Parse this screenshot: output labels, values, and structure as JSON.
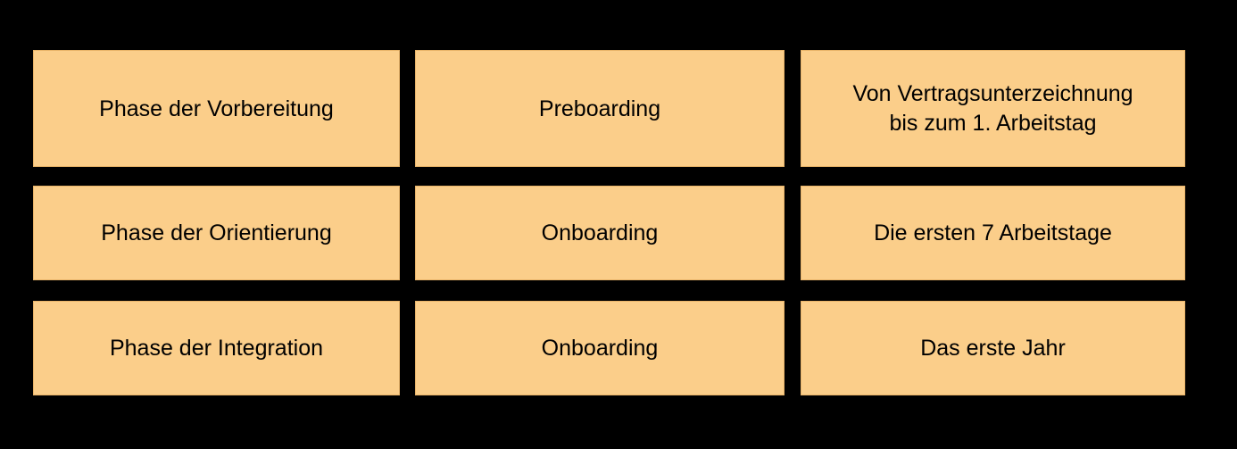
{
  "diagram": {
    "type": "matrix-table",
    "background_color": "#000000",
    "box_fill_color": "#fbce8a",
    "box_border_color": "#e9b469",
    "text_color": "#000000",
    "columns": 3,
    "rows": 3,
    "cells": [
      [
        {
          "text": "Phase der Vorbereitung"
        },
        {
          "text": "Preboarding"
        },
        {
          "text": "Von Vertragsunterzeichnung\nbis zum 1. Arbeitstag"
        }
      ],
      [
        {
          "text": "Phase der Orientierung"
        },
        {
          "text": "Onboarding"
        },
        {
          "text": "Die ersten 7 Arbeitstage"
        }
      ],
      [
        {
          "text": "Phase der Integration"
        },
        {
          "text": "Onboarding"
        },
        {
          "text": "Das erste Jahr"
        }
      ]
    ]
  }
}
